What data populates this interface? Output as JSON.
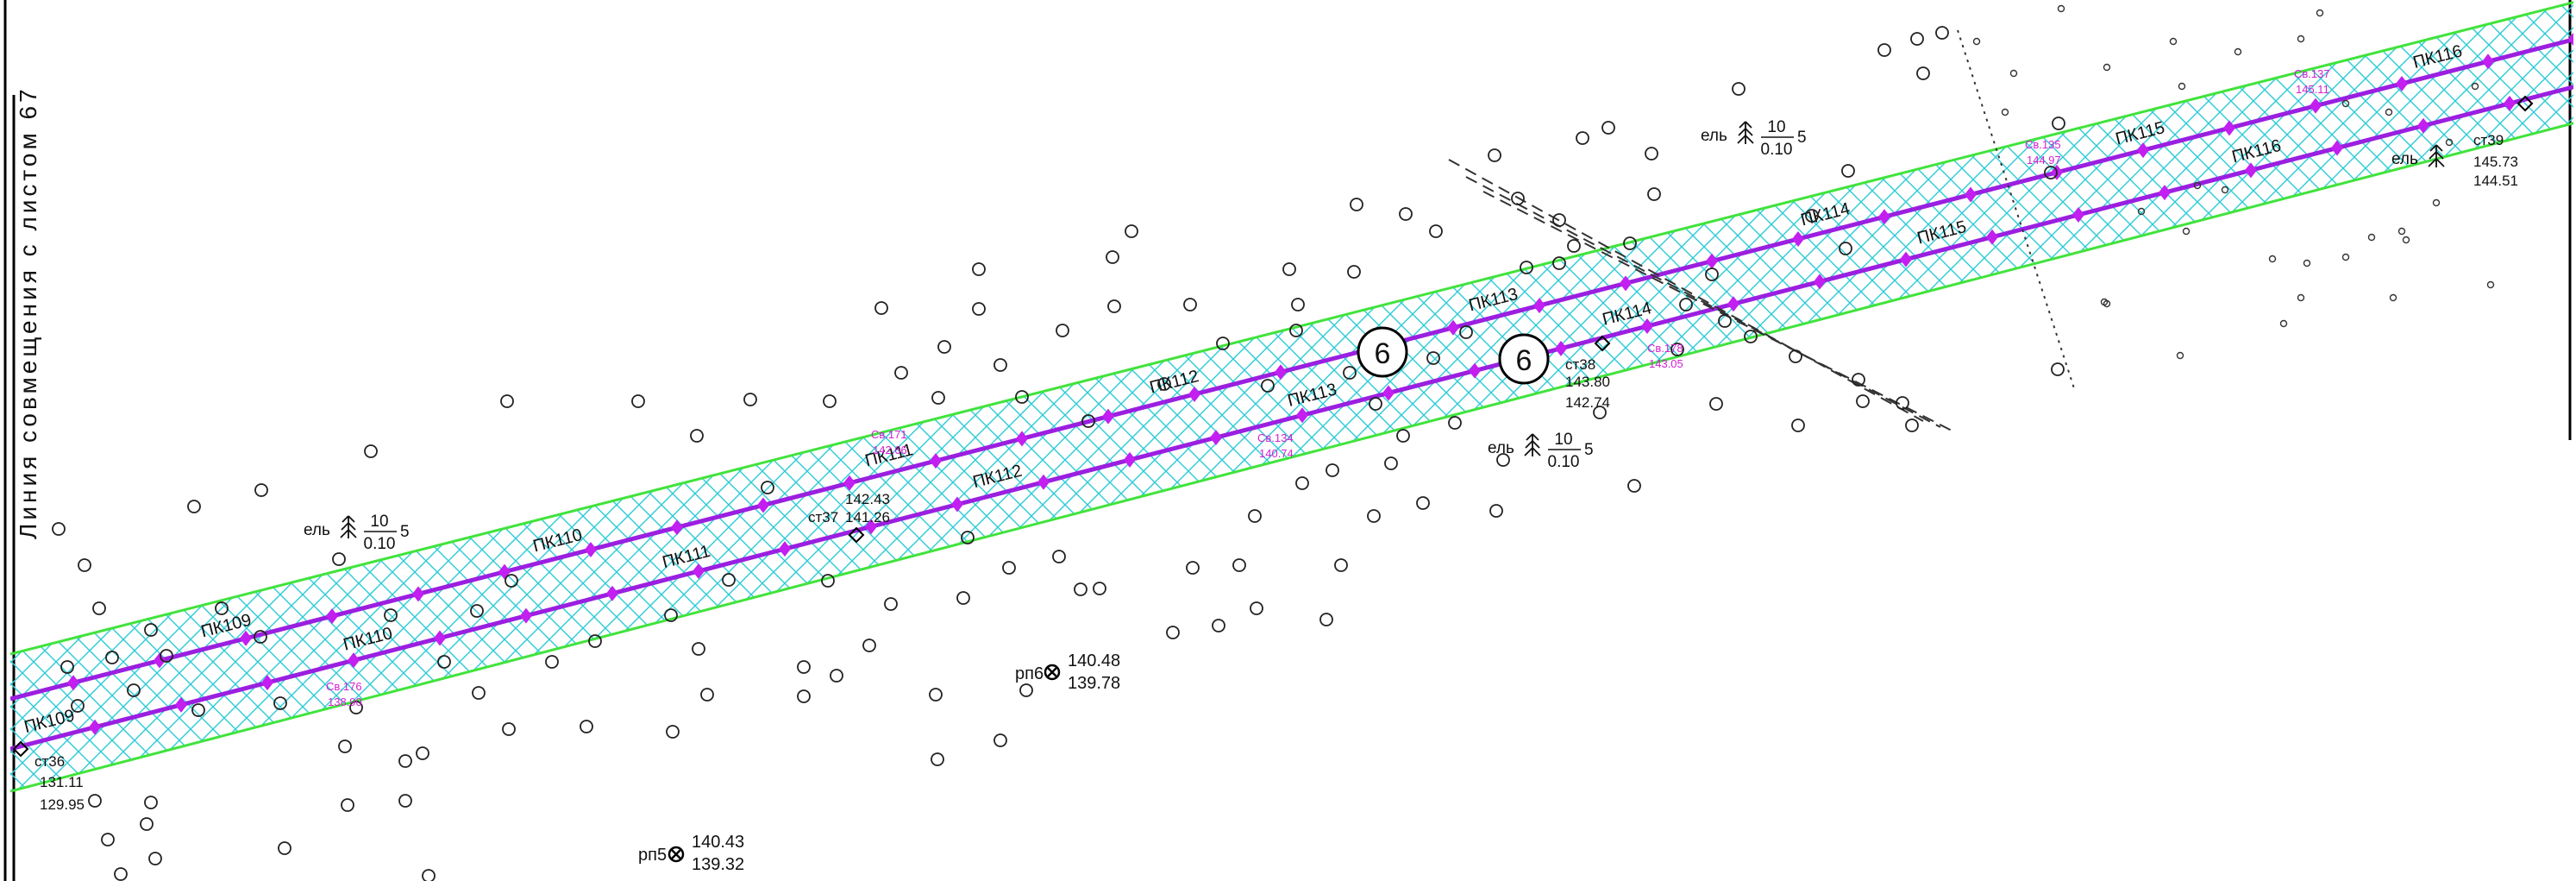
{
  "sheet_note": "Линия совмещения с листом 67",
  "route_number": "6",
  "pickets_upper": [
    "ПК109",
    "ПК110",
    "ПК111",
    "ПК112",
    "ПК113",
    "ПК114",
    "ПК115",
    "ПК116"
  ],
  "pickets_lower": [
    "ПК109",
    "ПК110",
    "ПК111",
    "ПК112",
    "ПК113",
    "ПК114",
    "ПК115",
    "ПК116"
  ],
  "stations": [
    {
      "name": "ст36",
      "top": "131.11",
      "bottom": "129.95"
    },
    {
      "name": "ст37",
      "top": "142.43",
      "bottom": "141.26"
    },
    {
      "name": "ст38",
      "top": "143.80",
      "bottom": "142.74"
    },
    {
      "name": "ст39",
      "top": "145.73",
      "bottom": "144.51"
    }
  ],
  "benchmarks": [
    {
      "name": "рп5",
      "top": "140.43",
      "bottom": "139.32"
    },
    {
      "name": "рп6",
      "top": "140.48",
      "bottom": "139.78"
    }
  ],
  "tree_note": {
    "species": "ель",
    "numerator": "10",
    "denominator": "0.10",
    "suffix": "5"
  },
  "magenta_labels": [
    {
      "code": "Св.176",
      "value": "138.90"
    },
    {
      "code": "Св.171",
      "value": "142.66"
    },
    {
      "code": "Св.134",
      "value": "140.74"
    },
    {
      "code": "Св.178",
      "value": "143.05"
    },
    {
      "code": "Св.135",
      "value": "144.97"
    },
    {
      "code": "Св.137",
      "value": "145.11"
    }
  ],
  "colors": {
    "corridor_fill": "#2ecbd6",
    "corridor_edge": "#41e33c",
    "axis": "#9b1fe0",
    "marker": "#c21ff0",
    "text": "#111111"
  }
}
